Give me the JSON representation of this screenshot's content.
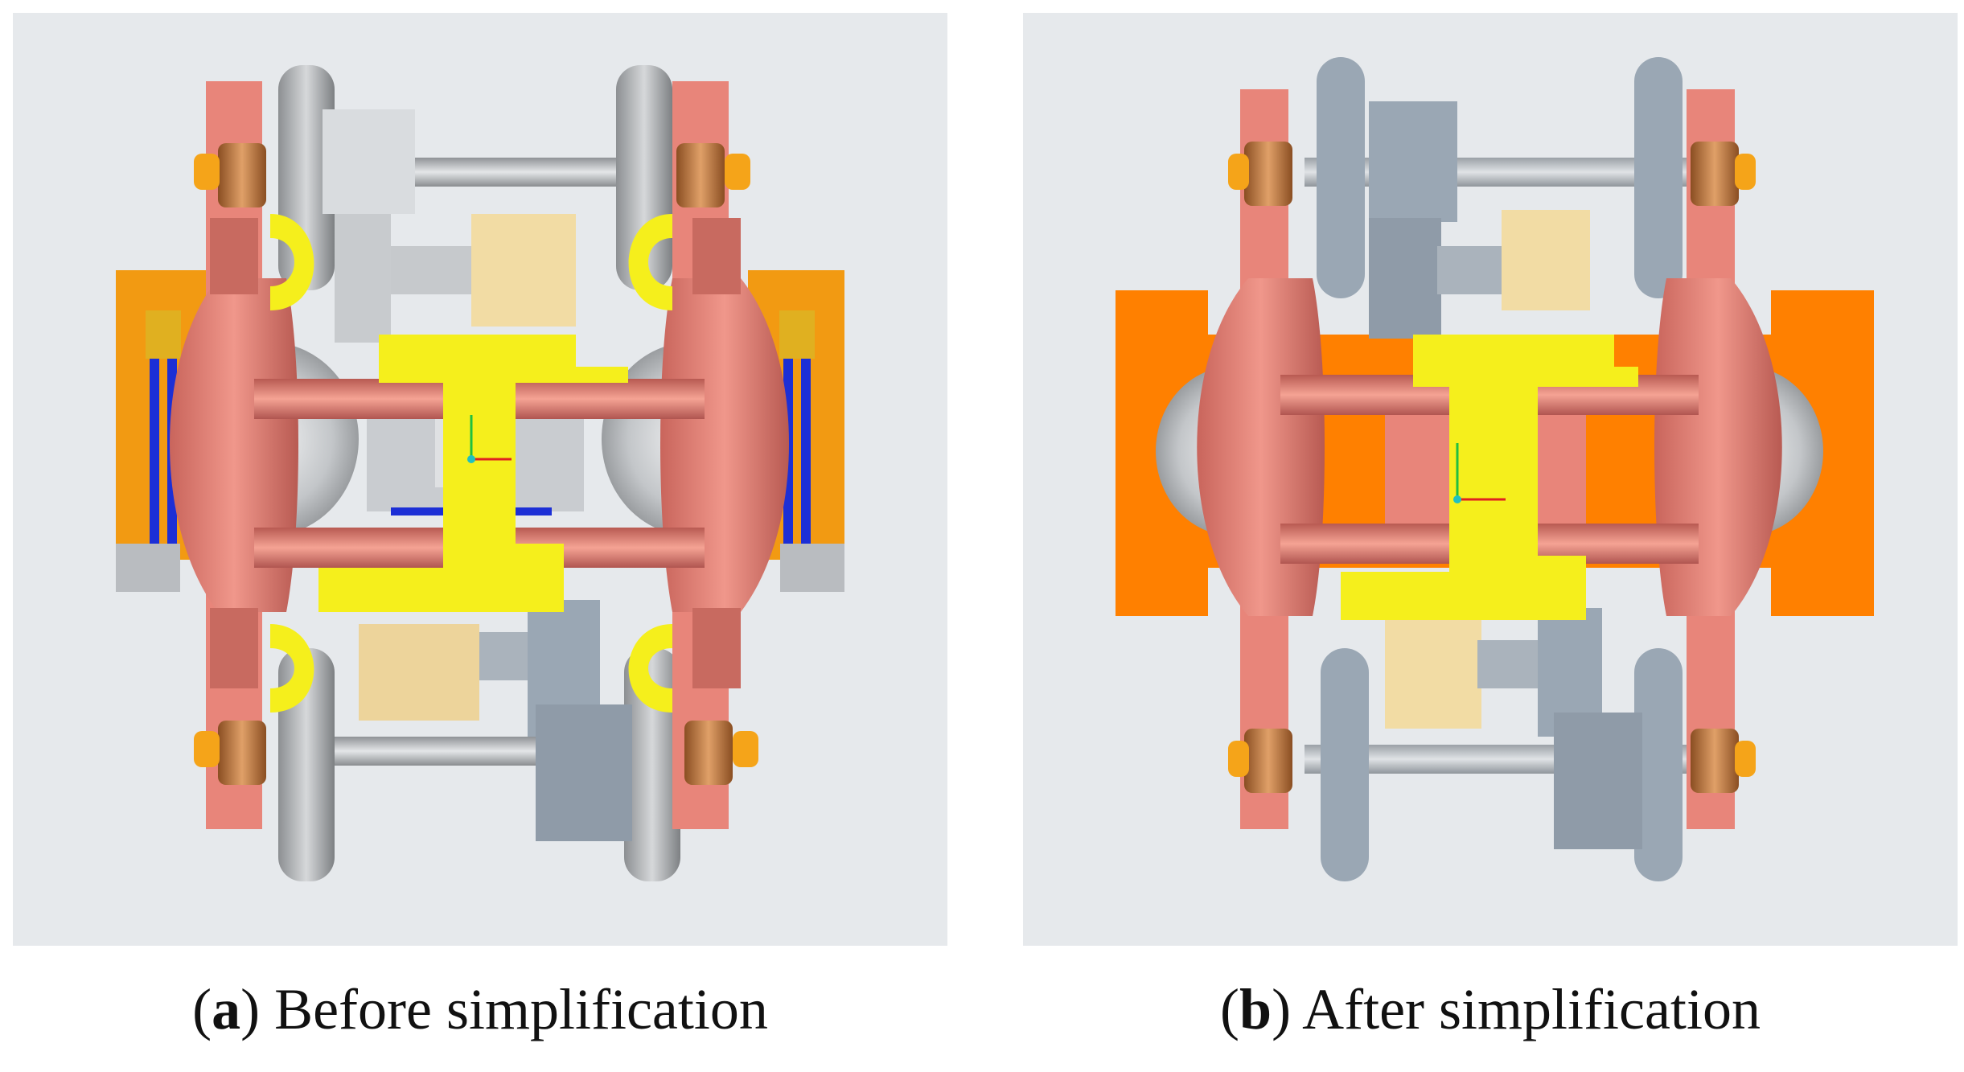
{
  "panels": [
    {
      "letter": "a",
      "title": "Before simplification"
    },
    {
      "letter": "b",
      "title": "After simplification"
    }
  ],
  "colors": {
    "background": "#e6e9ec",
    "frame_salmon": "#e8857a",
    "frame_dark": "#c86a60",
    "bolster_yellow": "#f5ef1c",
    "orange_plate": "#ff8000",
    "orange_plate_dark": "#f29a12",
    "wheel_grey": "#b0b4b8",
    "gearbox_blue_grey": "#9aa7b4",
    "gearbox_tan": "#f2dca4",
    "axlebox_bronze": "#b8753c",
    "axle_cap_orange": "#f5a419",
    "damper_blue": "#1c2fd6"
  }
}
